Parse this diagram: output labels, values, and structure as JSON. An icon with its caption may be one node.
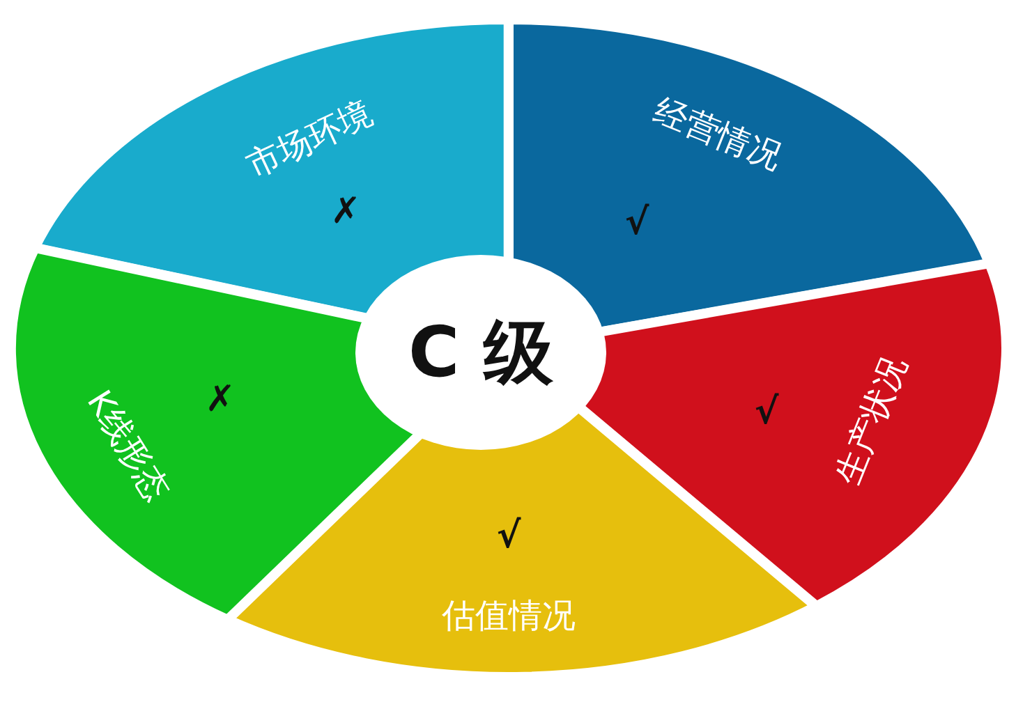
{
  "diagram": {
    "nodes": [
      {
        "text": [
          "C 级"
        ]
      },
      {
        "text": [
          "市场环境",
          "✗"
        ]
      },
      {
        "text": [
          "经营情况",
          "√"
        ]
      },
      {
        "text": [
          "生产状况",
          "√"
        ]
      },
      {
        "text": [
          "√",
          "估值情况"
        ]
      },
      {
        "text": [
          "K线形态",
          "✗"
        ]
      }
    ]
  }
}
